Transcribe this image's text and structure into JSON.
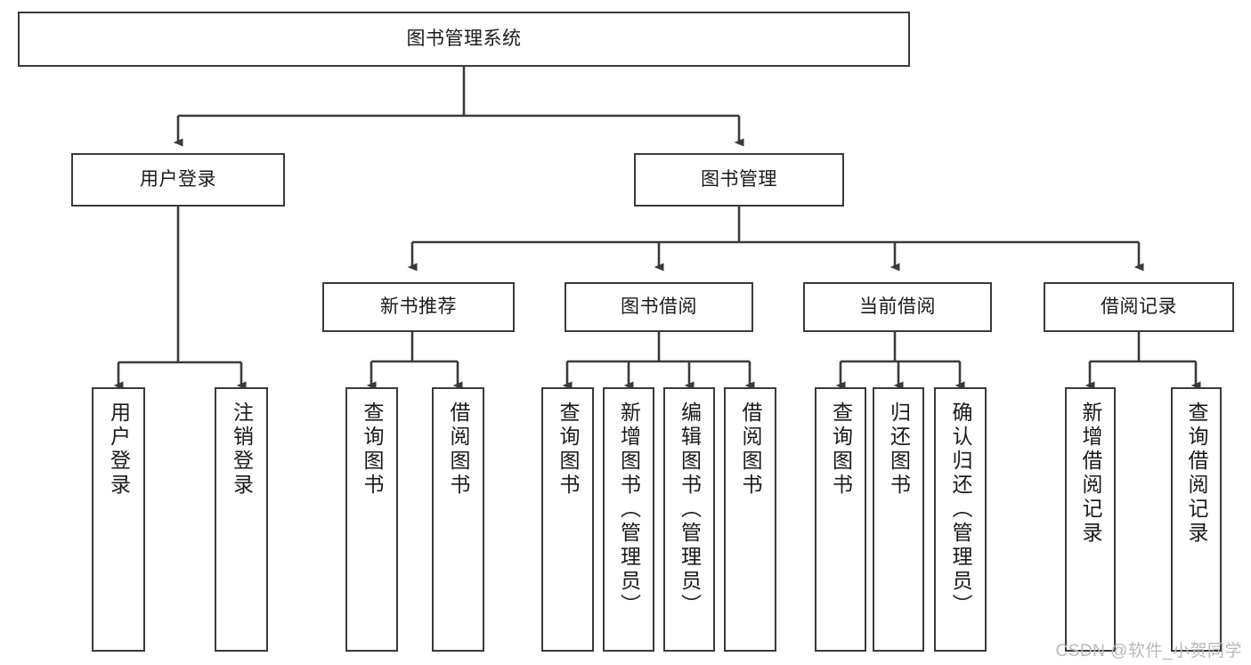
{
  "diagram": {
    "title_node": {
      "label": "图书管理系统"
    },
    "level2": [
      {
        "id": "user-login",
        "label": "用户登录"
      },
      {
        "id": "book-manage",
        "label": "图书管理"
      }
    ],
    "level3": [
      {
        "id": "new-book-recommend",
        "label": "新书推荐"
      },
      {
        "id": "book-borrow",
        "label": "图书借阅"
      },
      {
        "id": "current-borrow",
        "label": "当前借阅"
      },
      {
        "id": "borrow-record",
        "label": "借阅记录"
      }
    ],
    "leaves": [
      {
        "id": "leaf-user-login",
        "label": "用户登录"
      },
      {
        "id": "leaf-logout-login",
        "label": "注销登录"
      },
      {
        "id": "leaf-query-book-1",
        "label": "查询图书"
      },
      {
        "id": "leaf-borrow-book-1",
        "label": "借阅图书"
      },
      {
        "id": "leaf-query-book-2",
        "label": "查询图书"
      },
      {
        "id": "leaf-add-book",
        "label": "新增图书（管理员）"
      },
      {
        "id": "leaf-edit-book",
        "label": "编辑图书（管理员）"
      },
      {
        "id": "leaf-borrow-book-2",
        "label": "借阅图书"
      },
      {
        "id": "leaf-query-book-3",
        "label": "查询图书"
      },
      {
        "id": "leaf-return-book",
        "label": "归还图书"
      },
      {
        "id": "leaf-confirm-return",
        "label": "确认归还（管理员）"
      },
      {
        "id": "leaf-add-record",
        "label": "新增借阅记录"
      },
      {
        "id": "leaf-query-record",
        "label": "查询借阅记录"
      }
    ]
  },
  "watermark": {
    "text": "CSDN @软件_小贺同学"
  },
  "colors": {
    "stroke": "#3a3a3a",
    "background": "#ffffff",
    "text": "#1a1a1a",
    "watermark": "#b9b9b9"
  }
}
